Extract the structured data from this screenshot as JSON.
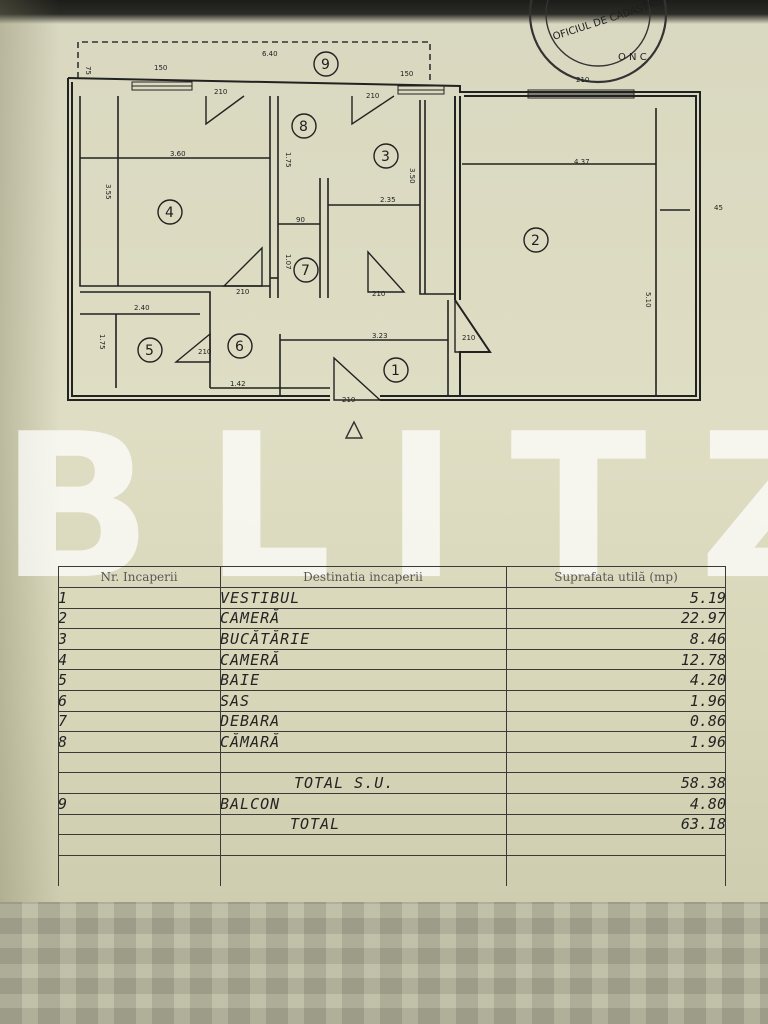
{
  "floor_plan": {
    "room_numbers": [
      "1",
      "2",
      "3",
      "4",
      "5",
      "6",
      "7",
      "8",
      "9"
    ],
    "dimensions": {
      "balcony_width": "6.40",
      "balcony_depth": "75",
      "room4_width": "3.60",
      "room4_depth": "3.55",
      "room2_width": "4.37",
      "room2_depth": "5.10",
      "room3_width": "2.35",
      "room3_depth": "3.50",
      "room8_depth": "1.75",
      "room8_width": "90",
      "room7_depth": "1.07",
      "room5_width": "2.40",
      "room5_depth": "1.75",
      "room6_width": "1.42",
      "room1_width": "3.23",
      "wall_outer": "45"
    },
    "openings": {
      "window_left": "150",
      "door_left": "210",
      "door_mid": "210",
      "window_mid": "150",
      "window_right": "210",
      "door_room4": "210",
      "door_room3": "210",
      "door_entry": "210",
      "door_room2": "210",
      "door_bath": "210"
    },
    "stamp_text": "OFICIUL DE CADASTRU",
    "stamp_letters": "O N C"
  },
  "watermark": "BLITZ",
  "table": {
    "headers": [
      "Nr. Incaperii",
      "Destinatia incaperii",
      "Suprafata utilă (mp)"
    ],
    "rows": [
      {
        "nr": "1",
        "name": "VESTIBUL",
        "area": "5.19"
      },
      {
        "nr": "2",
        "name": "CAMERĂ",
        "area": "22.97"
      },
      {
        "nr": "3",
        "name": "BUCĂTĂRIE",
        "area": "8.46"
      },
      {
        "nr": "4",
        "name": "CAMERĂ",
        "area": "12.78"
      },
      {
        "nr": "5",
        "name": "BAIE",
        "area": "4.20"
      },
      {
        "nr": "6",
        "name": "SAS",
        "area": "1.96"
      },
      {
        "nr": "7",
        "name": "DEBARA",
        "area": "0.86"
      },
      {
        "nr": "8",
        "name": "CĂMARĂ",
        "area": "1.96"
      },
      {
        "nr": "",
        "name": "",
        "area": ""
      },
      {
        "nr": "",
        "name": "TOTAL S.U.",
        "area": "58.38"
      },
      {
        "nr": "9",
        "name": "BALCON",
        "area": "4.80"
      },
      {
        "nr": "",
        "name": "TOTAL",
        "area": "63.18"
      },
      {
        "nr": "",
        "name": "",
        "area": ""
      },
      {
        "nr": "",
        "name": "",
        "area": ""
      }
    ]
  }
}
